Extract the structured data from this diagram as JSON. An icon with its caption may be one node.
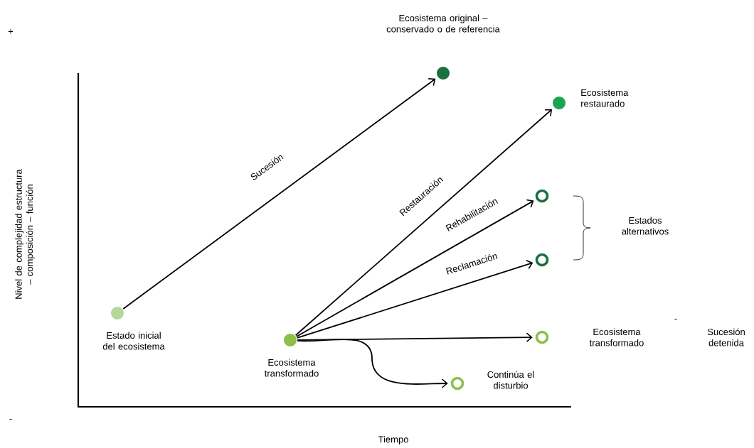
{
  "diagram": {
    "nodes": [
      {
        "text": [],
        "shape": "circle",
        "beside": [
          "Estado inicial del ecosistema"
        ]
      },
      {
        "text": [],
        "shape": "circle",
        "beside": [
          "Ecosistema original – conservado o de referencia"
        ]
      },
      {
        "text": [],
        "shape": "circle",
        "beside": [
          "Ecosistema transformado"
        ]
      },
      {
        "text": [],
        "shape": "circle",
        "beside": [
          "Ecosistema restaurado"
        ]
      },
      {
        "text": [],
        "shape": "circle"
      },
      {
        "text": [],
        "shape": "circle"
      },
      {
        "text": [],
        "shape": "circle",
        "beside": [
          "Ecosistema transformado",
          "-",
          "Sucesión detenida"
        ]
      },
      {
        "text": [],
        "shape": "circle",
        "beside": [
          "Continúa el disturbio"
        ]
      }
    ],
    "edges": [
      {
        "from": 0,
        "to": 1,
        "arrow": "to",
        "label": "Sucesión"
      },
      {
        "from": 2,
        "to": 3,
        "arrow": "to",
        "label": "Restauración"
      },
      {
        "from": 2,
        "to": 4,
        "arrow": "to",
        "label": "Rehabilitación"
      },
      {
        "from": 2,
        "to": 5,
        "arrow": "to",
        "label": "Reclamación"
      },
      {
        "from": 2,
        "to": 6,
        "arrow": "to"
      },
      {
        "from": 2,
        "to": 7,
        "arrow": "to"
      }
    ],
    "labels": [
      "+",
      "Nivel de complejidad estructura – composición – función",
      "Estados alternativos",
      "-",
      "Tiempo"
    ]
  }
}
